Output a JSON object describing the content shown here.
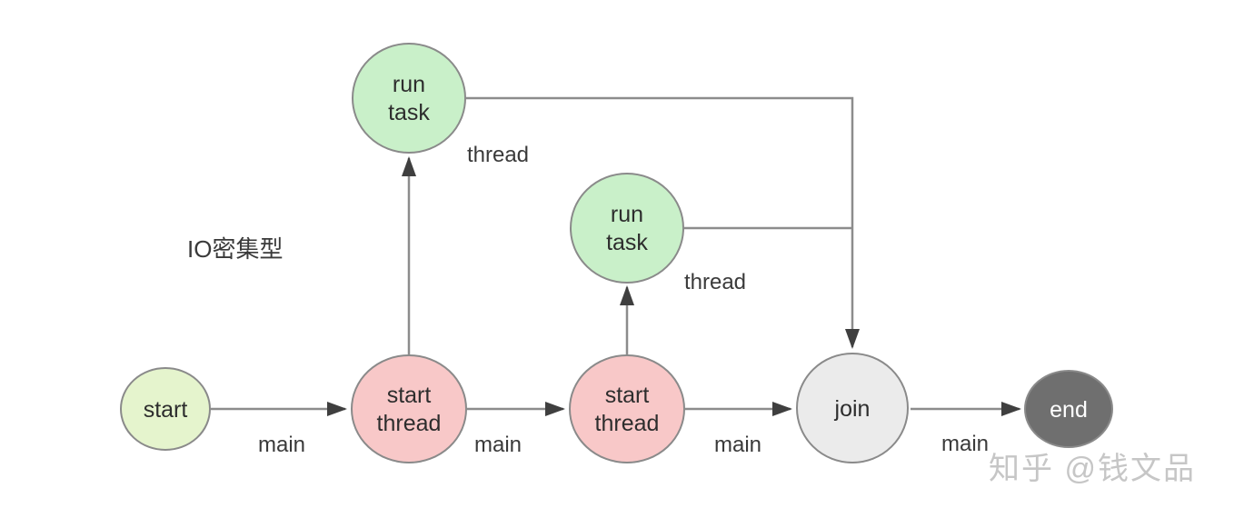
{
  "diagram": {
    "caption": "IO密集型",
    "watermark": "知乎 @钱文品",
    "colors": {
      "start_fill": "#e5f4cd",
      "task_fill": "#c9f0c9",
      "thread_fill": "#f8c8c8",
      "join_fill": "#ebebeb",
      "end_fill": "#6f6f6f",
      "node_stroke": "#8a8a8a",
      "edge_line": "#8c8c8c",
      "arrowhead": "#3f3f3f",
      "label_text": "#2d2d2d",
      "end_label_text": "#ffffff",
      "watermark_text": "#c6c6c6"
    },
    "nodes": {
      "start": {
        "label": "start"
      },
      "run_task_1": {
        "line1": "run",
        "line2": "task"
      },
      "run_task_2": {
        "line1": "run",
        "line2": "task"
      },
      "start_thread_1": {
        "line1": "start",
        "line2": "thread"
      },
      "start_thread_2": {
        "line1": "start",
        "line2": "thread"
      },
      "join": {
        "label": "join"
      },
      "end": {
        "label": "end"
      }
    },
    "edge_labels": {
      "main_1": "main",
      "main_2": "main",
      "main_3": "main",
      "main_4": "main",
      "thread_1": "thread",
      "thread_2": "thread"
    }
  }
}
